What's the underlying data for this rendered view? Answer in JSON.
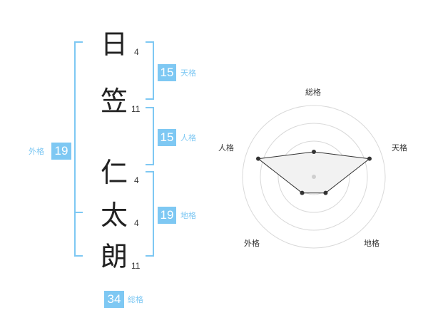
{
  "characters": [
    {
      "char": "日",
      "strokes": "4"
    },
    {
      "char": "笠",
      "strokes": "11"
    },
    {
      "char": "仁",
      "strokes": "4"
    },
    {
      "char": "太",
      "strokes": "4"
    },
    {
      "char": "朗",
      "strokes": "11"
    }
  ],
  "kakusu": {
    "tenkaku": {
      "value": "15",
      "label": "天格"
    },
    "jinkaku": {
      "value": "15",
      "label": "人格"
    },
    "chikaku": {
      "value": "19",
      "label": "地格"
    },
    "gaikaku": {
      "value": "19",
      "label": "外格"
    },
    "soukaku": {
      "value": "34",
      "label": "総格"
    }
  },
  "colors": {
    "accent": "#7ec8f3",
    "text": "#222222",
    "chart_line": "#333333"
  },
  "chart_data": {
    "type": "radar",
    "axes": [
      "総格",
      "天格",
      "地格",
      "外格",
      "人格"
    ],
    "values": [
      0.35,
      0.82,
      0.28,
      0.28,
      0.82
    ],
    "range": [
      0,
      1
    ],
    "rings": 4
  }
}
